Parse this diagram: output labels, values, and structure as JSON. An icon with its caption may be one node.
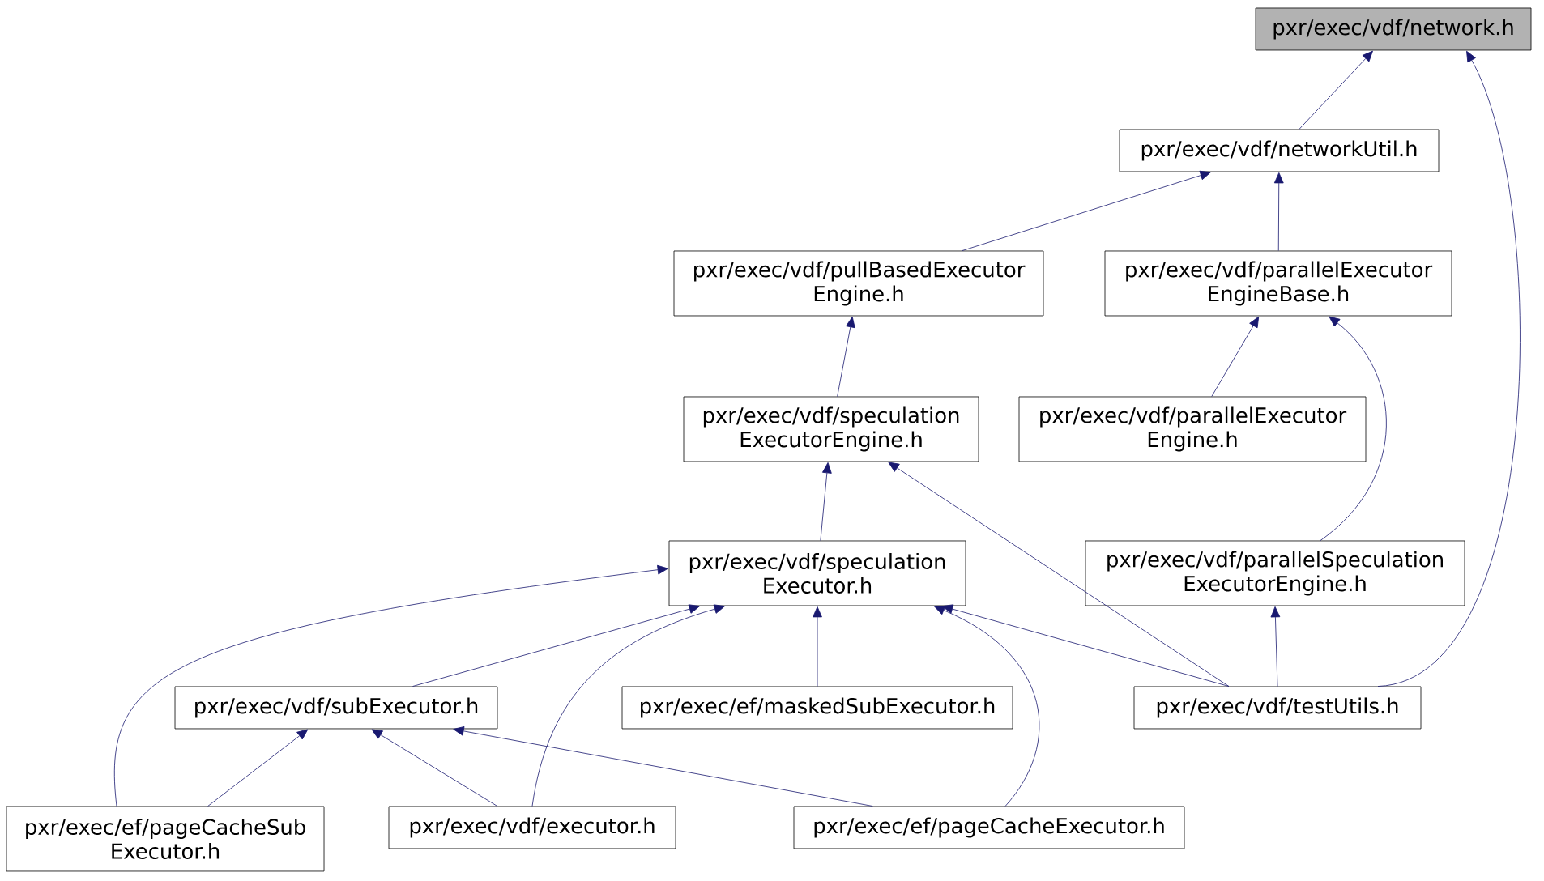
{
  "diagram": {
    "nodes": [
      {
        "text": [
          "pxr/exec/vdf/network.h"
        ]
      },
      {
        "text": [
          "pxr/exec/vdf/networkUtil.h"
        ]
      },
      {
        "text": [
          "pxr/exec/vdf/pullBasedExecutor Engine.h"
        ]
      },
      {
        "text": [
          "pxr/exec/vdf/parallelExecutor EngineBase.h"
        ]
      },
      {
        "text": [
          "pxr/exec/vdf/speculation ExecutorEngine.h"
        ]
      },
      {
        "text": [
          "pxr/exec/vdf/parallelExecutor Engine.h"
        ]
      },
      {
        "text": [
          "pxr/exec/vdf/speculation Executor.h"
        ]
      },
      {
        "text": [
          "pxr/exec/vdf/parallelSpeculation ExecutorEngine.h"
        ]
      },
      {
        "text": [
          "pxr/exec/vdf/subExecutor.h"
        ]
      },
      {
        "text": [
          "pxr/exec/ef/maskedSubExecutor.h"
        ]
      },
      {
        "text": [
          "pxr/exec/vdf/testUtils.h"
        ]
      },
      {
        "text": [
          "pxr/exec/ef/pageCacheSub Executor.h"
        ]
      },
      {
        "text": [
          "pxr/exec/vdf/executor.h"
        ]
      },
      {
        "text": [
          "pxr/exec/ef/pageCacheExecutor.h"
        ]
      }
    ],
    "edges": [
      {
        "from": 1,
        "to": 0,
        "arrow": "to"
      },
      {
        "from": 10,
        "to": 0,
        "arrow": "to"
      },
      {
        "from": 2,
        "to": 1,
        "arrow": "to"
      },
      {
        "from": 3,
        "to": 1,
        "arrow": "to"
      },
      {
        "from": 4,
        "to": 2,
        "arrow": "to"
      },
      {
        "from": 5,
        "to": 3,
        "arrow": "to"
      },
      {
        "from": 7,
        "to": 3,
        "arrow": "to"
      },
      {
        "from": 6,
        "to": 4,
        "arrow": "to"
      },
      {
        "from": 10,
        "to": 4,
        "arrow": "to"
      },
      {
        "from": 10,
        "to": 7,
        "arrow": "to"
      },
      {
        "from": 11,
        "to": 6,
        "arrow": "to"
      },
      {
        "from": 8,
        "to": 6,
        "arrow": "to"
      },
      {
        "from": 12,
        "to": 6,
        "arrow": "to"
      },
      {
        "from": 9,
        "to": 6,
        "arrow": "to"
      },
      {
        "from": 13,
        "to": 6,
        "arrow": "to"
      },
      {
        "from": 10,
        "to": 6,
        "arrow": "to"
      },
      {
        "from": 11,
        "to": 8,
        "arrow": "to"
      },
      {
        "from": 12,
        "to": 8,
        "arrow": "to"
      },
      {
        "from": 13,
        "to": 8,
        "arrow": "to"
      }
    ]
  }
}
